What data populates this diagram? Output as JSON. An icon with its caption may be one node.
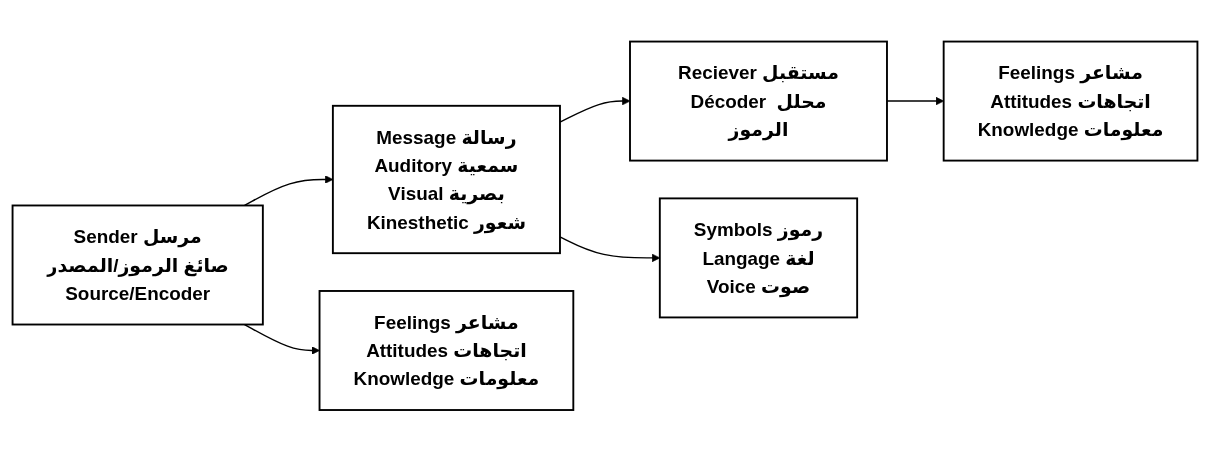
{
  "diagram": {
    "nodes": [
      {
        "text": [
          "Sender مرسل",
          "صائغ الرموز/المصدر",
          "Source/Encoder"
        ]
      },
      {
        "text": [
          "Message رسالة",
          "Auditory سمعية",
          "Visual بصرية",
          "Kinesthetic شعور"
        ]
      },
      {
        "text": [
          "Reciever مستقبل",
          "Décoder محلل الرموز"
        ]
      },
      {
        "text": [
          "Feelings مشاعر",
          "Attitudes اتجاهات",
          "Knowledge معلومات"
        ]
      },
      {
        "text": [
          "Symbols رموز",
          "Langage لغة",
          "Voice صوت"
        ]
      },
      {
        "text": [
          "Feelings مشاعر",
          "Attitudes اتجاهات",
          "Knowledge معلومات"
        ]
      }
    ],
    "edges": [
      {
        "from": 0,
        "to": 1,
        "arrow": "to"
      },
      {
        "from": 1,
        "to": 2,
        "arrow": "to"
      },
      {
        "from": 0,
        "to": 3,
        "arrow": "to"
      },
      {
        "from": 1,
        "to": 4,
        "arrow": "to"
      },
      {
        "from": 2,
        "to": 5,
        "arrow": "to"
      }
    ]
  }
}
